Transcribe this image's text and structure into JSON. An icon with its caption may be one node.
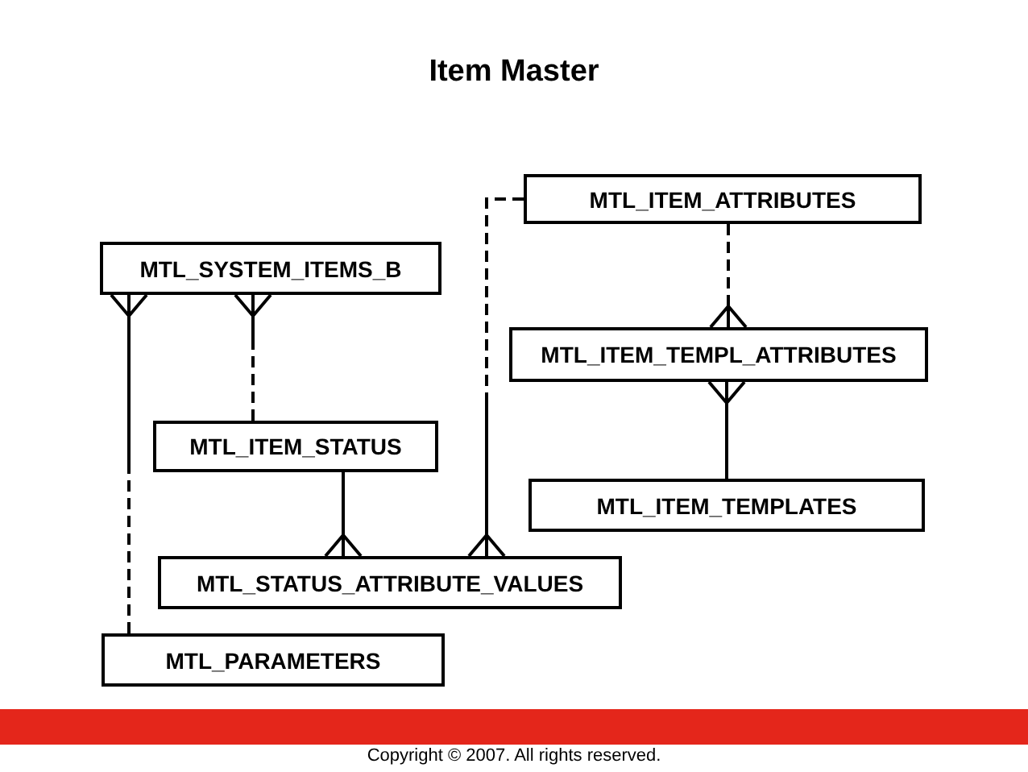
{
  "diagram": {
    "title": "Item Master",
    "nodes": [
      {
        "text": [
          "MTL_ITEM_ATTRIBUTES"
        ]
      },
      {
        "text": [
          "MTL_SYSTEM_ITEMS_B"
        ]
      },
      {
        "text": [
          "MTL_ITEM_TEMPL_ATTRIBUTES"
        ]
      },
      {
        "text": [
          "MTL_ITEM_STATUS"
        ]
      },
      {
        "text": [
          "MTL_ITEM_TEMPLATES"
        ]
      },
      {
        "text": [
          "MTL_STATUS_ATTRIBUTE_VALUES"
        ]
      },
      {
        "text": [
          "MTL_PARAMETERS"
        ]
      }
    ],
    "edges": [
      {
        "from": 6,
        "to": 1,
        "arrow": "other",
        "style": "dashed"
      },
      {
        "from": 3,
        "to": 1,
        "arrow": "other",
        "style": "dashed"
      },
      {
        "from": 3,
        "to": 5,
        "arrow": "other"
      },
      {
        "from": 0,
        "to": 5,
        "arrow": "other",
        "style": "dashed"
      },
      {
        "from": 0,
        "to": 2,
        "arrow": "other",
        "style": "dashed"
      },
      {
        "from": 4,
        "to": 2,
        "arrow": "other"
      }
    ],
    "labels": [
      "Copyright © 2007. All rights reserved."
    ]
  }
}
